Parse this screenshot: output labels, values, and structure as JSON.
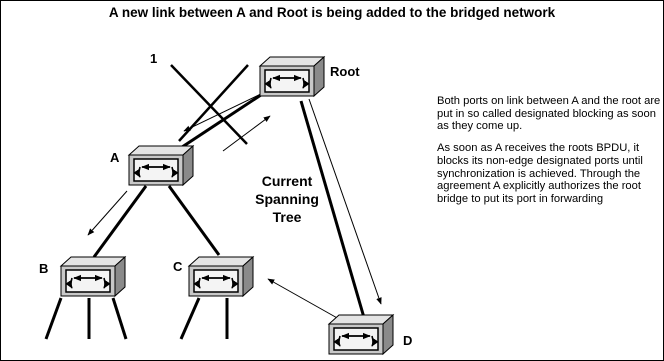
{
  "title": "A new link between A and Root is being added to the bridged network",
  "nodes": {
    "root": "Root",
    "a": "A",
    "b": "B",
    "c": "C",
    "d": "D"
  },
  "link_marker": "1",
  "spanning_tree_label": [
    "Current",
    "Spanning",
    "Tree"
  ],
  "notes": [
    "Both ports on link between A and the root are put in so called designated blocking as soon as they come up.",
    "As soon as A receives the roots BPDU, it blocks its non-edge designated ports until synchronization is achieved. Through the agreement A explicitly authorizes the root bridge to put its port in forwarding"
  ],
  "colors": {
    "switch_face": "#c8c8c8",
    "switch_side": "#8a8a8a",
    "switch_top": "#e4e4e4",
    "switch_screen": "#f4f4f4",
    "line": "#000000"
  },
  "icons": [
    "switch-icon"
  ]
}
